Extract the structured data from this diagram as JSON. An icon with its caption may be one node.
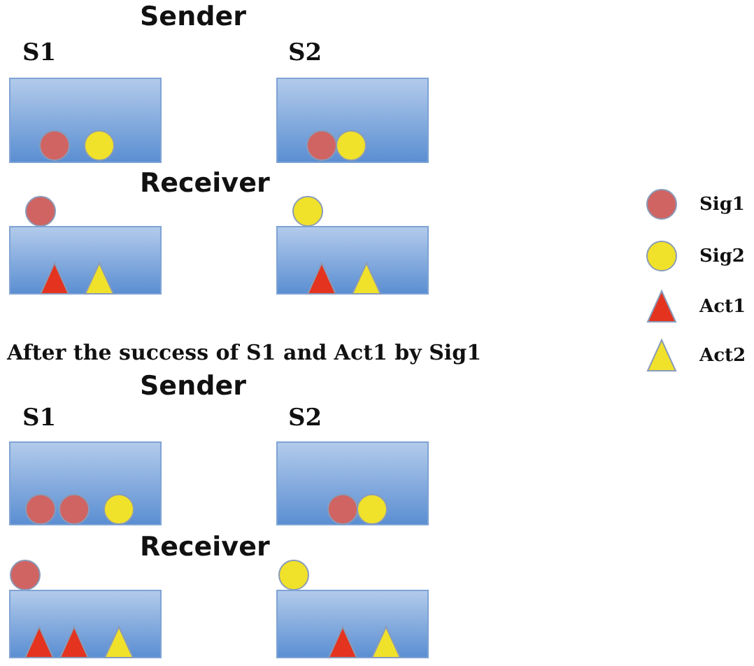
{
  "diagram": {
    "labels": [
      "Sender",
      "S1",
      "S2",
      "Receiver",
      "After the success of S1 and Act1 by Sig1",
      "Sender",
      "S1",
      "S2",
      "Receiver"
    ],
    "legend": [
      {
        "text": "Sig1"
      },
      {
        "text": "Sig2"
      },
      {
        "text": "Act1"
      },
      {
        "text": "Act2"
      }
    ]
  }
}
